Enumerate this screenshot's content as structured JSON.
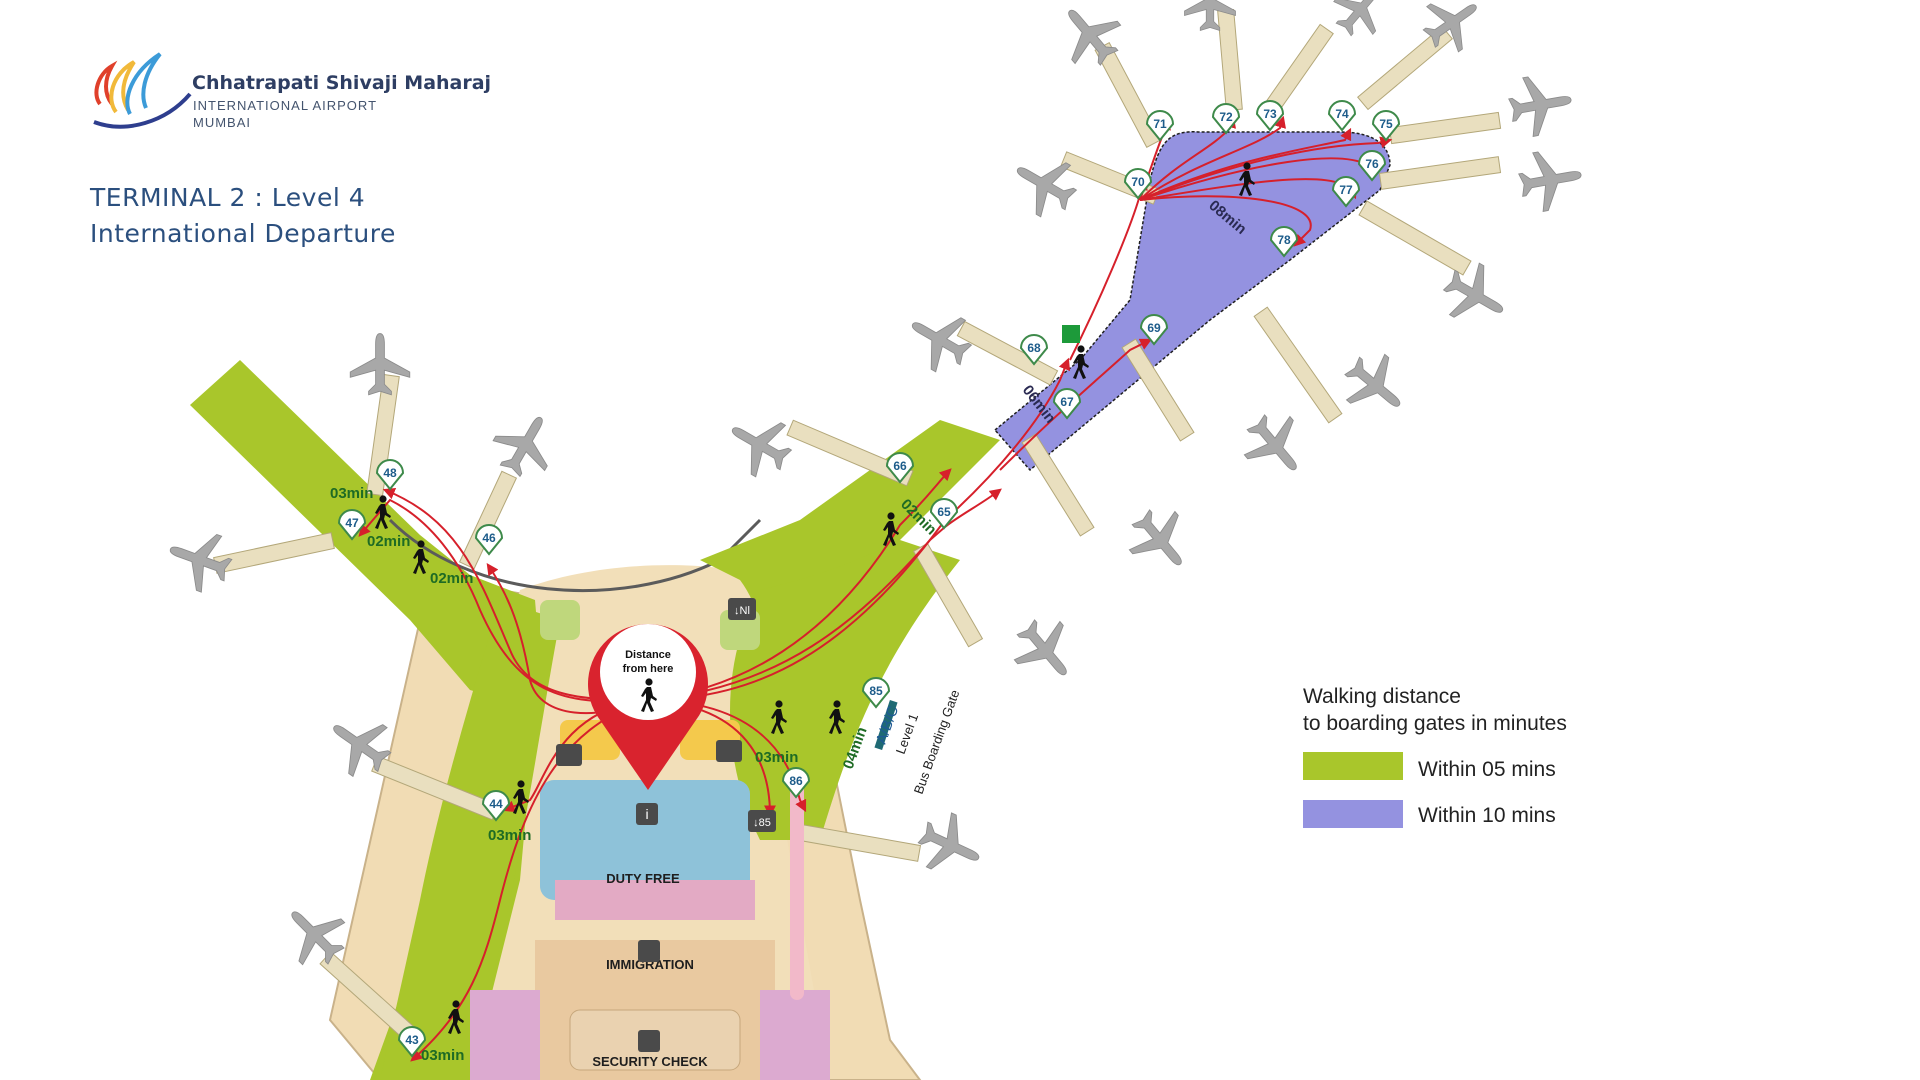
{
  "header": {
    "airport_name": "Chhatrapati Shivaji Maharaj",
    "airport_line2": "INTERNATIONAL AIRPORT",
    "airport_line3": "MUMBAI",
    "title_line1": "TERMINAL 2 : Level 4",
    "title_line2": "International  Departure"
  },
  "legend": {
    "title_line1": "Walking distance",
    "title_line2": "to boarding gates in minutes",
    "items": [
      {
        "label": "Within 05 mins",
        "color": "#a9c62b"
      },
      {
        "label": "Within 10 mins",
        "color": "#9492e0"
      }
    ]
  },
  "map": {
    "pin_line1": "Distance",
    "pin_line2": "from here",
    "areas": {
      "duty_free": "DUTY FREE",
      "immigration": "IMMIGRATION",
      "security": "SECURITY CHECK"
    },
    "gates": [
      "43",
      "44",
      "46",
      "47",
      "48",
      "65",
      "66",
      "67",
      "68",
      "69",
      "70",
      "71",
      "72",
      "73",
      "74",
      "75",
      "76",
      "77",
      "78",
      "85",
      "86"
    ],
    "time_labels": {
      "g48": "03min",
      "g47": "02min",
      "g46": "02min",
      "g44": "03min",
      "g43": "03min",
      "g65": "02min",
      "g86": "03min",
      "g85": "04min",
      "g67": "06min",
      "g70": "08min"
    },
    "bus_gate": {
      "code": "A/B/C",
      "level": "Level 1",
      "label": "Bus Boarding Gate"
    },
    "icon_labels": {
      "down_nl": "↓Nl",
      "down_85": "↓85"
    }
  },
  "colors": {
    "within_5": "#a9c62b",
    "within_10": "#9492e0",
    "route": "#d6202b",
    "pin": "#d9232e",
    "terminal_floor": "#f1dcb4"
  }
}
